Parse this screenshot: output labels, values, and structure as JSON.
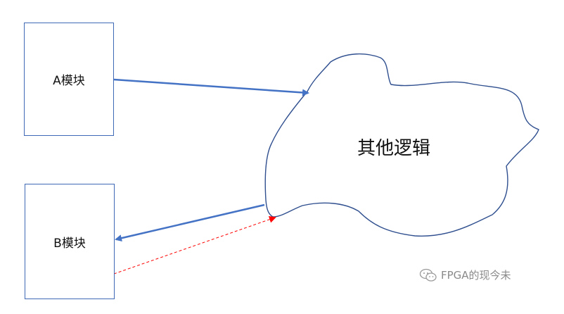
{
  "diagram": {
    "module_a_label": "A模块",
    "module_b_label": "B模块",
    "other_logic_label": "其他逻辑"
  },
  "watermark": {
    "icon": "wechat-icon",
    "text": "FPGA的现今未"
  },
  "colors": {
    "box_border": "#3f68b5",
    "arrow_blue": "#4472c4",
    "dashed_red": "#ff0000",
    "cloud_outline": "#2f4f8f"
  }
}
